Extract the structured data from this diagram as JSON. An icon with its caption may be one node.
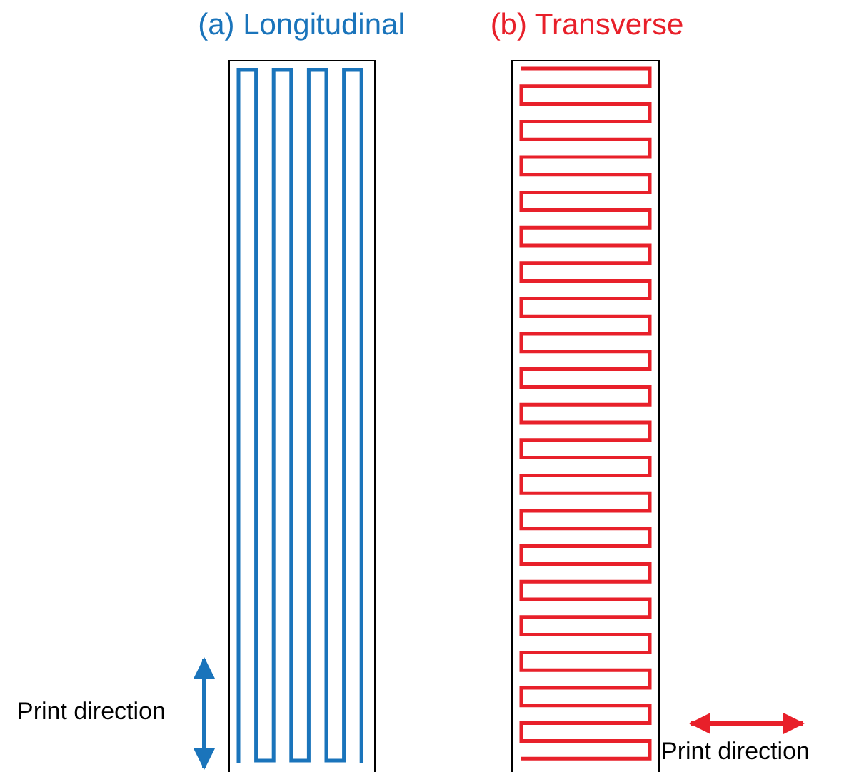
{
  "diagram": {
    "nodes": [
      {
        "text": [
          "(a) Longitudinal"
        ]
      },
      {
        "text": [
          "(b) Transverse"
        ]
      }
    ],
    "labels": [
      "Print direction",
      "Print direction"
    ]
  }
}
